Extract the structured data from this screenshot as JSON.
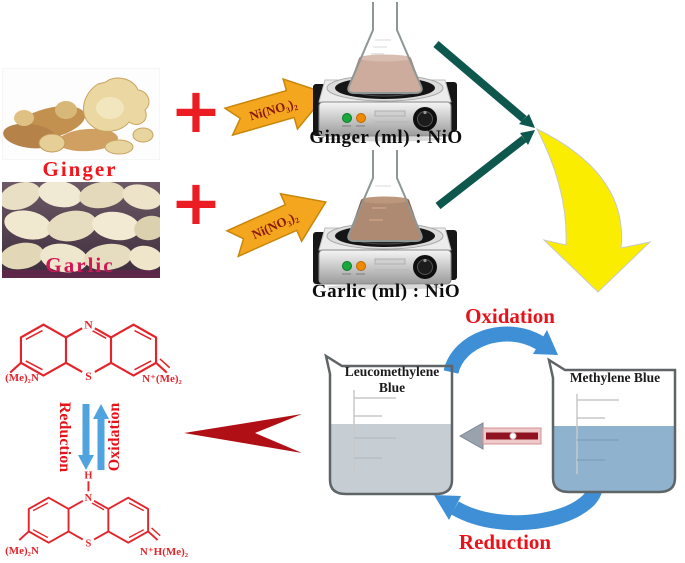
{
  "materials": {
    "ginger": {
      "label": "Ginger"
    },
    "garlic": {
      "label": "Garlic"
    },
    "plus": "+",
    "reagent": "Ni(NO₃)₂"
  },
  "synthesis": {
    "ginger_flask_label": "Ginger (ml) : NiO",
    "garlic_flask_label": "Garlic (ml) : NiO"
  },
  "cycle": {
    "oxidation": "Oxidation",
    "reduction": "Reduction",
    "left_beaker": "Leucomethylene Blue",
    "right_beaker": "Methylene Blue"
  },
  "structures": {
    "reduction": "Reduction",
    "oxidation": "Oxidation",
    "methylene_blue": {
      "top_n": "N",
      "bottom_s": "S",
      "left_group": "(Me)₂N",
      "right_group": "N⁺(Me)₂"
    },
    "leuco": {
      "top_h": "H",
      "top_n": "N",
      "bottom_s": "S",
      "left_group": "(Me)₂N",
      "right_group": "N⁺H(Me)₂"
    }
  },
  "colors": {
    "accent_red": "#E8131A",
    "garlic_pink": "#D11556",
    "teal": "#0E574D",
    "yellow": "#FBED00",
    "cycle_blue": "#3E8FD6",
    "structure_red": "#E4242B",
    "reagent_orange": "#F4A71E",
    "chevron_red": "#B01015"
  }
}
